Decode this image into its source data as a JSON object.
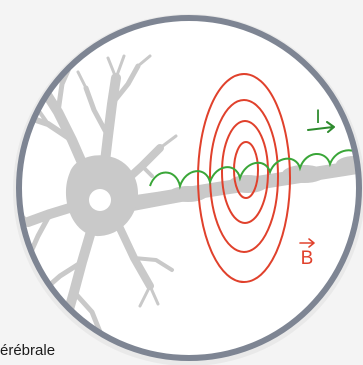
{
  "labels": {
    "current": "I",
    "field": "B",
    "caption_fragment": "érébrale"
  },
  "colors": {
    "background": "#f4f4f4",
    "circle_fill": "#ffffff",
    "circle_border": "#7e8593",
    "neuron": "#c9c9c9",
    "neuron_outline": "#a9a9a9",
    "nucleus": "#ffffff",
    "current_wave": "#3aa638",
    "current_label": "#2e8b2e",
    "magnetic_field": "#e0412c"
  },
  "icons": {
    "current_arrow": "arrow-right-icon",
    "vector_arrow": "vector-arrow-icon"
  }
}
